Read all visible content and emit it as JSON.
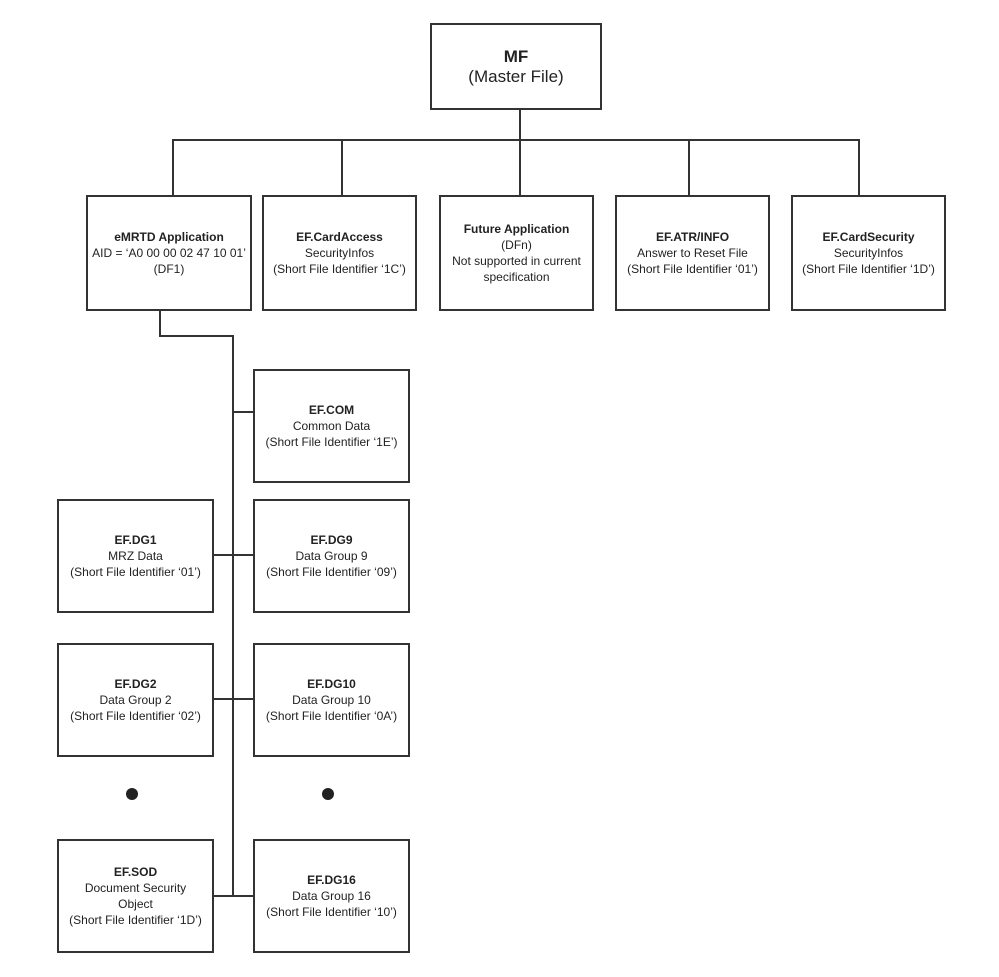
{
  "mf": {
    "title": "MF",
    "subtitle": "(Master File)"
  },
  "level1": {
    "emrtd": {
      "title": "eMRTD Application",
      "line1": "AID = ‘A0 00 00 02 47 10 01’",
      "line2": "(DF1)"
    },
    "cardaccess": {
      "title": "EF.CardAccess",
      "line1": "SecurityInfos",
      "line2": "(Short File Identifier ‘1C’)"
    },
    "future": {
      "title": "Future Application",
      "line1": "(DFn)",
      "line2": "Not supported in current",
      "line3": "specification"
    },
    "atr": {
      "title": "EF.ATR/INFO",
      "line1": "Answer to Reset File",
      "line2": "(Short File Identifier ‘01’)"
    },
    "cardsecurity": {
      "title": "EF.CardSecurity",
      "line1": "SecurityInfos",
      "line2": "(Short File Identifier ‘1D’)"
    }
  },
  "level2": {
    "com": {
      "title": "EF.COM",
      "line1": "Common Data",
      "line2": "(Short File Identifier ‘1E’)"
    },
    "dg1": {
      "title": "EF.DG1",
      "line1": "MRZ Data",
      "line2": "(Short File Identifier ‘01’)"
    },
    "dg9": {
      "title": "EF.DG9",
      "line1": "Data Group 9",
      "line2": "(Short File Identifier ‘09’)"
    },
    "dg2": {
      "title": "EF.DG2",
      "line1": "Data Group 2",
      "line2": "(Short File Identifier ‘02’)"
    },
    "dg10": {
      "title": "EF.DG10",
      "line1": "Data Group 10",
      "line2": "(Short File Identifier ‘0A’)"
    },
    "sod": {
      "title": "EF.SOD",
      "line1": "Document Security",
      "line2": "Object",
      "line3": "(Short File Identifier ‘1D’)"
    },
    "dg16": {
      "title": "EF.DG16",
      "line1": "Data Group 16",
      "line2": "(Short File Identifier ‘10’)"
    }
  }
}
